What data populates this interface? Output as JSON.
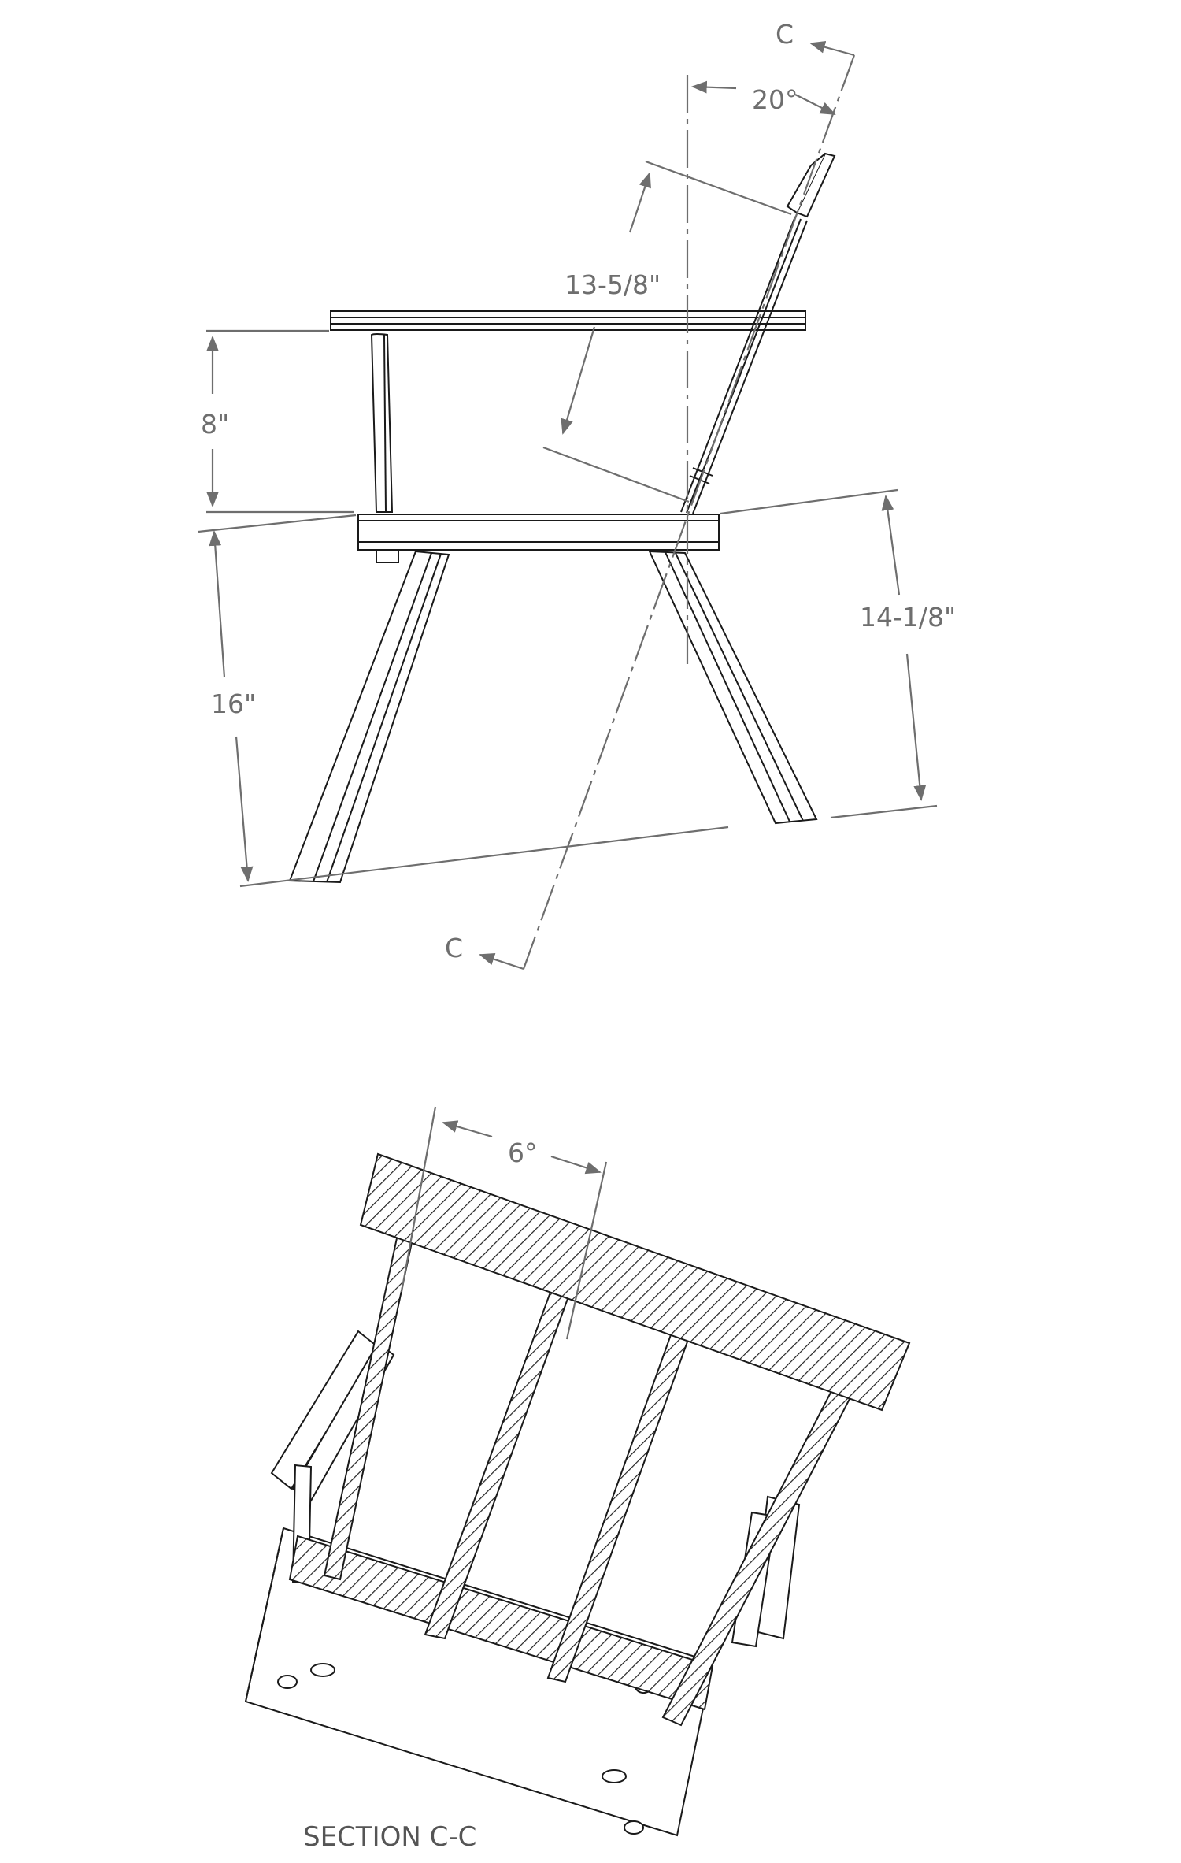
{
  "drawing": {
    "labels": {
      "section_marker_top": "C",
      "section_marker_bottom": "C",
      "angle_back": "20°",
      "back_length": "13-5/8\"",
      "arm_height": "8\"",
      "seat_front_height": "16\"",
      "seat_back_height": "14-1/8\"",
      "splay_angle": "6°",
      "section_caption": "SECTION C-C"
    },
    "colors": {
      "line": "#1a1a1a",
      "dimension": "#6e6e6e",
      "hatch": "#222222"
    }
  }
}
